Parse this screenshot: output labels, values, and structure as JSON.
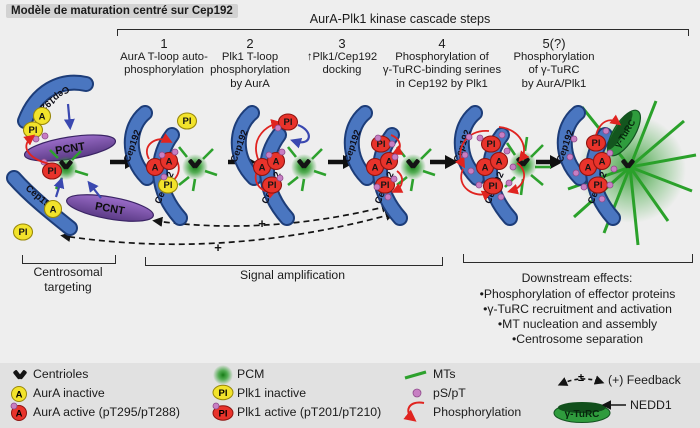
{
  "title": "Modèle de maturation centré sur Cep192",
  "cascade": {
    "header": "AurA-Plk1 kinase cascade steps",
    "steps": [
      {
        "num": "1",
        "caption": "AurA T-loop auto-\nphosphorylation"
      },
      {
        "num": "2",
        "caption": "Plk1 T-loop\nphosphorylation\nby AurA"
      },
      {
        "num": "3",
        "caption": "↑Plk1/Cep192\ndocking"
      },
      {
        "num": "4",
        "caption": "Phosphorylation of\nγ-TuRC-binding serines\nin Cep192 by Plk1"
      },
      {
        "num": "5(?)",
        "caption": "Phosphorylation\nof γ-TuRC\nby AurA/Plk1"
      }
    ]
  },
  "molecules": {
    "cep192": "Cep192",
    "pcnt": "PCNT",
    "aura": "A",
    "plk1": "Pl",
    "gturc": "γ-TuRC",
    "plus": "+"
  },
  "phases": {
    "targeting": "Centrosomal\ntargeting",
    "amplification": "Signal amplification",
    "downstream_title": "Downstream effects:",
    "downstream_items": [
      "•Phosphorylation of effector proteins",
      "•γ-TuRC recruitment and activation",
      "•MT nucleation and assembly",
      "•Centrosome separation"
    ]
  },
  "legend": {
    "centrioles": "Centrioles",
    "aura_inactive": "AurA inactive",
    "aura_active": "AurA active (pT295/pT288)",
    "pcm": "PCM",
    "plk1_inactive": "Plk1 inactive",
    "plk1_active": "Plk1 active (pT201/pT210)",
    "mts": "MTs",
    "ps_pt": "pS/pT",
    "phosphorylation": "Phosphorylation",
    "feedback": "(+) Feedback",
    "feedback_pm": "±",
    "nedd1": "NEDD1"
  },
  "colors": {
    "background": "#eeeeee",
    "legend_band": "#e1e1e1",
    "title_highlight": "#d2d2d2",
    "cep192_blue": "#4a76c0",
    "pcnt_purple": "#7a4ea8",
    "inactive_yellow": "#f2e32b",
    "active_red": "#e8332b",
    "mt_green": "#2da12d",
    "gturc_green": "#2f9c3d",
    "ps_pt_pink": "#c77fc3",
    "phospho_arrow_red": "#e02420",
    "recruit_arrow_blue": "#3a48b0"
  }
}
